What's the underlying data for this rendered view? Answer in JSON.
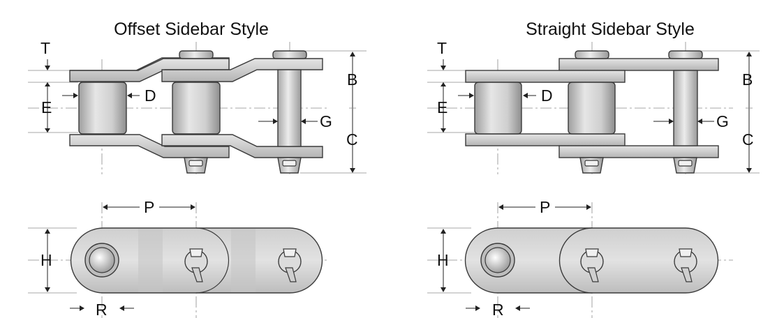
{
  "titles": {
    "offset": "Offset Sidebar Style",
    "straight": "Straight Sidebar Style"
  },
  "dims": {
    "T": "T",
    "B": "B",
    "C": "C",
    "D": "D",
    "E": "E",
    "G": "G",
    "H": "H",
    "P": "P",
    "R": "R"
  },
  "colors": {
    "plate": "#cfcfcf",
    "roller": "#d4d4d4",
    "outline": "#3a3a3a",
    "centerline": "#8a8a8a"
  }
}
